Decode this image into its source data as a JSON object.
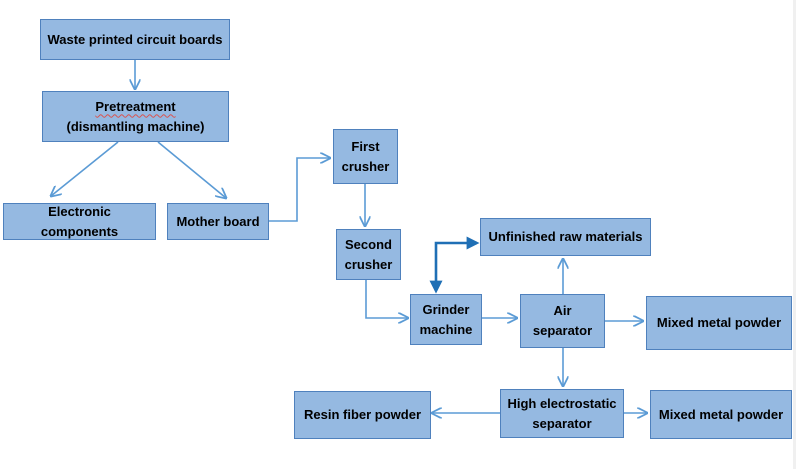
{
  "nodes": {
    "waste": "Waste printed circuit boards",
    "pretreatment_title": "Pretreatment",
    "pretreatment_sub": "(dismantling machine)",
    "electronic": "Electronic components",
    "mother": "Mother board",
    "first_crusher": "First\ncrusher",
    "second_crusher": "Second\ncrusher",
    "grinder": "Grinder\nmachine",
    "air_separator": "Air\nseparator",
    "unfinished": "Unfinished raw materials",
    "mixed_metal_1": "Mixed metal powder",
    "electrostatic": "High electrostatic\nseparator",
    "resin": "Resin fiber powder",
    "mixed_metal_2": "Mixed metal powder"
  },
  "colors": {
    "box_fill": "#95b9e1",
    "box_border": "#4f81bd",
    "arrow": "#5b9bd5",
    "highlight_arrow": "#1f6fb5"
  }
}
